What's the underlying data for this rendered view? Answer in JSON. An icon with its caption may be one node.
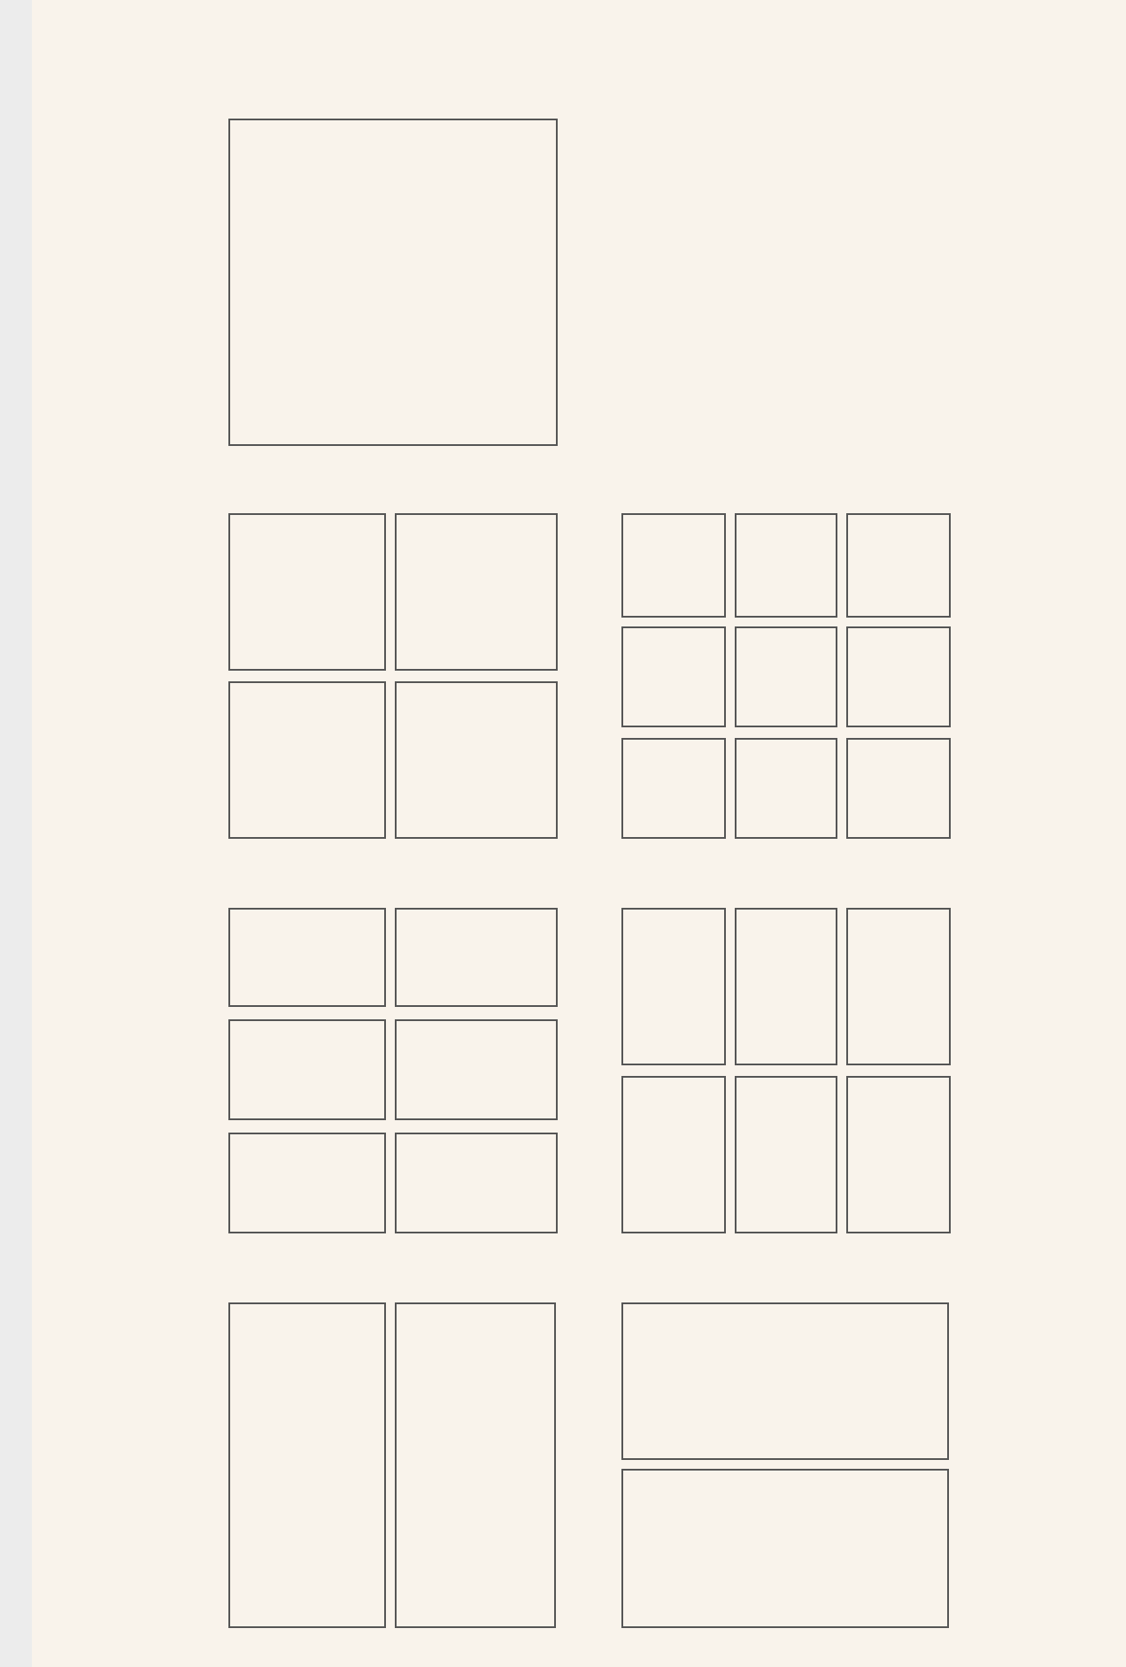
{
  "diagram": {
    "nodes": [
      {
        "text": [],
        "shape": "box"
      },
      {
        "text": [],
        "shape": "box"
      },
      {
        "text": [],
        "shape": "box"
      },
      {
        "text": [],
        "shape": "box"
      },
      {
        "text": [],
        "shape": "box"
      },
      {
        "text": [],
        "shape": "box"
      },
      {
        "text": [],
        "shape": "box"
      },
      {
        "text": [],
        "shape": "box"
      },
      {
        "text": [],
        "shape": "box"
      },
      {
        "text": [],
        "shape": "box"
      },
      {
        "text": [],
        "shape": "box"
      },
      {
        "text": [],
        "shape": "box"
      },
      {
        "text": [],
        "shape": "box"
      },
      {
        "text": [],
        "shape": "box"
      },
      {
        "text": [],
        "shape": "box"
      },
      {
        "text": [],
        "shape": "box"
      },
      {
        "text": [],
        "shape": "box"
      },
      {
        "text": [],
        "shape": "box"
      },
      {
        "text": [],
        "shape": "box"
      },
      {
        "text": [],
        "shape": "box"
      },
      {
        "text": [],
        "shape": "box"
      },
      {
        "text": [],
        "shape": "box"
      },
      {
        "text": [],
        "shape": "box"
      },
      {
        "text": [],
        "shape": "box"
      },
      {
        "text": [],
        "shape": "box"
      },
      {
        "text": [],
        "shape": "box"
      },
      {
        "text": [],
        "shape": "box"
      },
      {
        "text": [],
        "shape": "box"
      },
      {
        "text": [],
        "shape": "box"
      },
      {
        "text": [],
        "shape": "box"
      }
    ]
  }
}
